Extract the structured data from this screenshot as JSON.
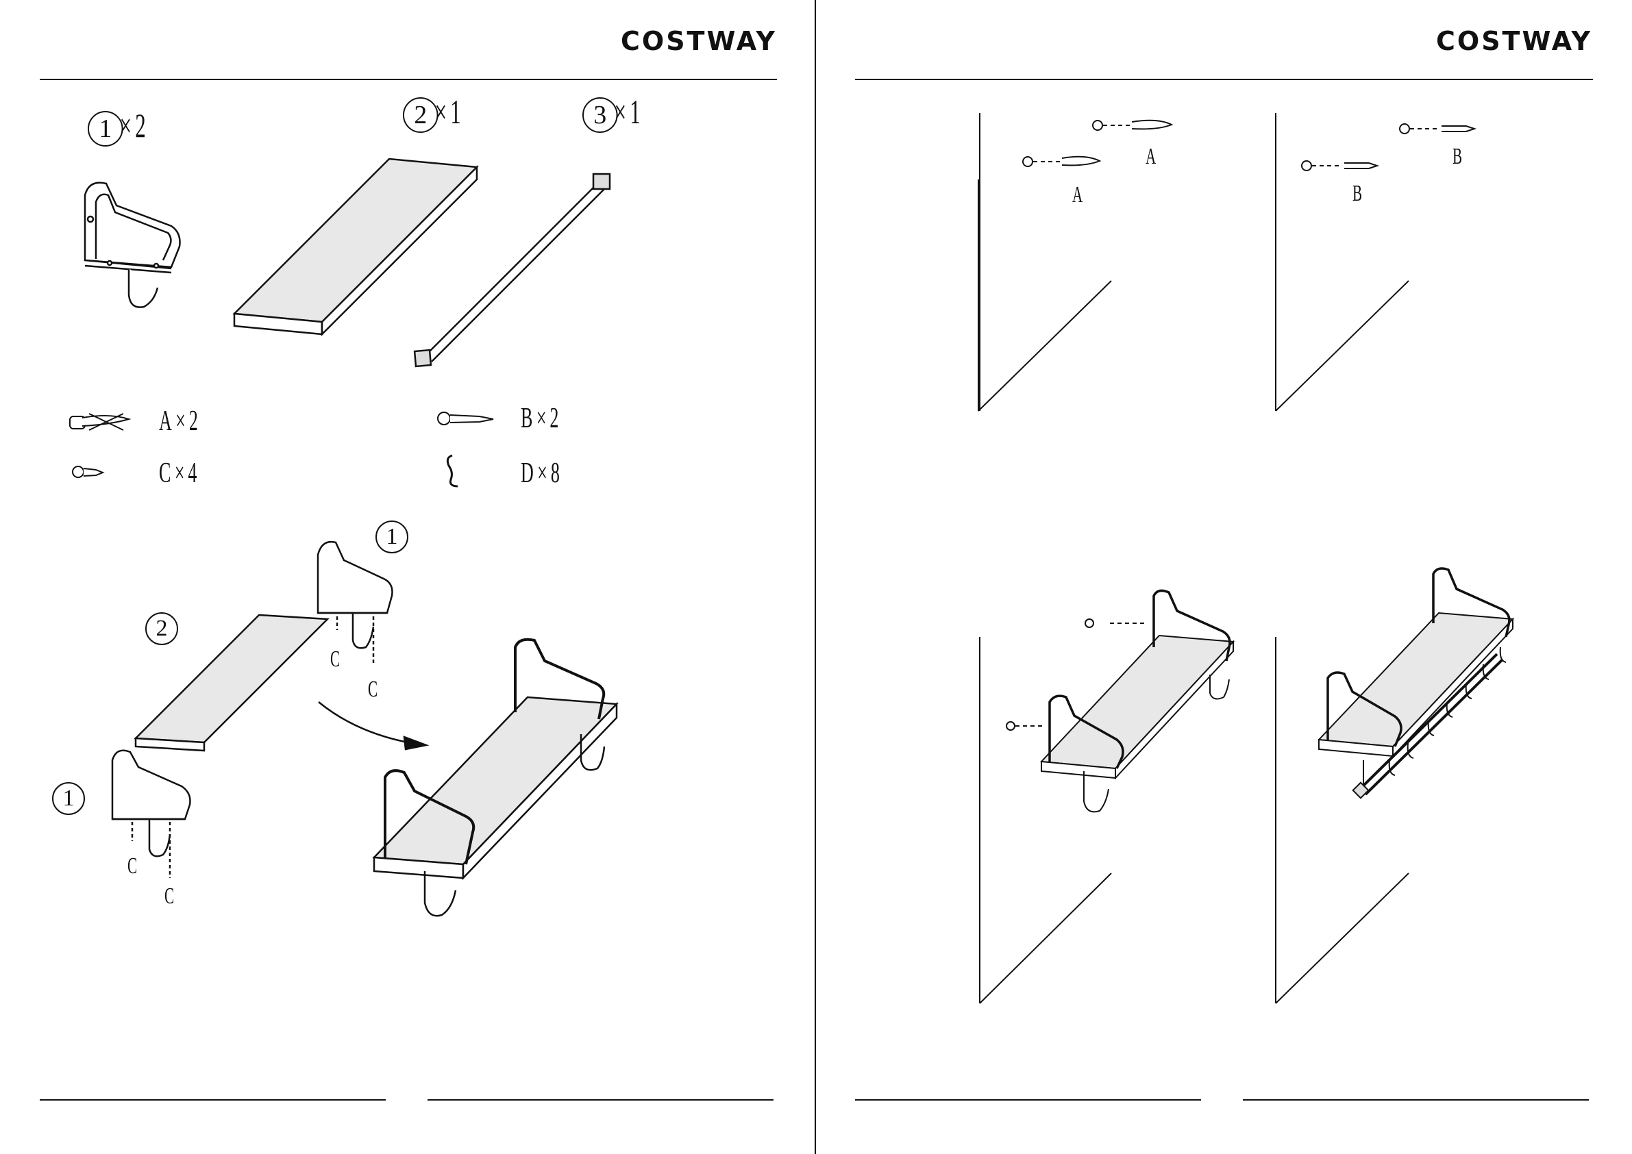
{
  "brand": {
    "left": "COSTWAY",
    "right": "COSTWAY"
  },
  "parts": [
    {
      "num": "1",
      "qty": "2"
    },
    {
      "num": "2",
      "qty": "1"
    },
    {
      "num": "3",
      "qty": "1"
    }
  ],
  "hardware": [
    {
      "code": "A",
      "qty": "2"
    },
    {
      "code": "B",
      "qty": "2"
    },
    {
      "code": "C",
      "qty": "4"
    },
    {
      "code": "D",
      "qty": "8"
    }
  ],
  "multiply_sign": "×",
  "step1": {
    "part_bracket": "1",
    "part_board": "2",
    "screw": "C"
  },
  "step2": {
    "anchor": "A"
  },
  "step3": {
    "screw": "B"
  }
}
